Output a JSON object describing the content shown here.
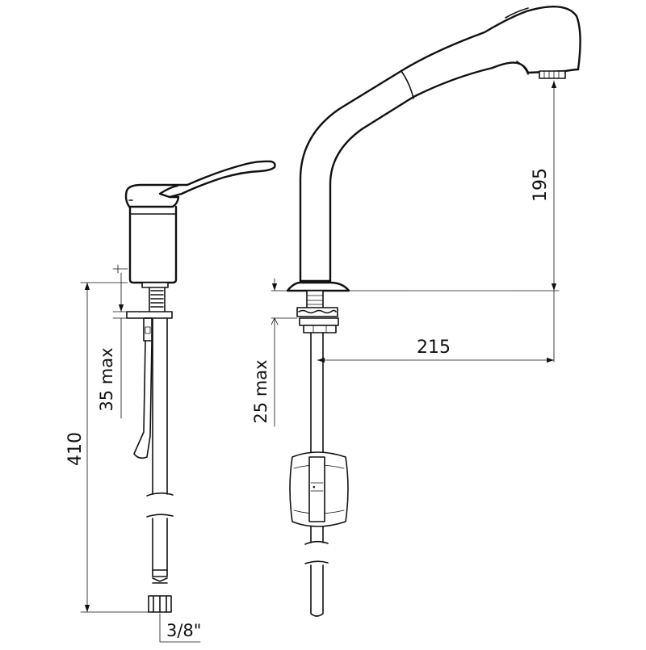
{
  "figure": {
    "left_view": {
      "dimension_overall": "410",
      "dimension_deck": "35 max",
      "dimension_connection": "3/8\""
    },
    "right_view": {
      "dimension_spout_height": "195",
      "dimension_reach": "215",
      "dimension_deck": "25 max"
    }
  },
  "colors": {
    "line": "#111111",
    "background": "#ffffff"
  }
}
